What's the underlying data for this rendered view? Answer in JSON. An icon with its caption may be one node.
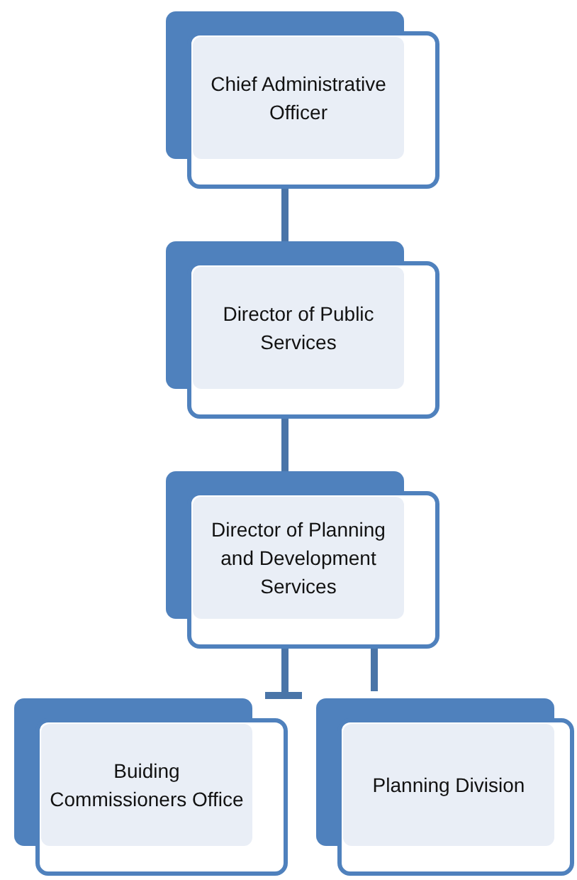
{
  "diagram": {
    "nodes": [
      {
        "text": [
          "Chief Administrative Officer"
        ]
      },
      {
        "text": [
          "Director of Public Services"
        ]
      },
      {
        "text": [
          "Director of Planning and Development Services"
        ]
      },
      {
        "text": [
          "Buiding Commissioners Office"
        ]
      },
      {
        "text": [
          "Planning Division"
        ]
      }
    ],
    "edges": [
      {
        "from": 0,
        "to": 1,
        "arrow": "none"
      },
      {
        "from": 1,
        "to": 2,
        "arrow": "none"
      },
      {
        "from": 2,
        "to": 3,
        "arrow": "none"
      },
      {
        "from": 2,
        "to": 4,
        "arrow": "none"
      }
    ]
  }
}
